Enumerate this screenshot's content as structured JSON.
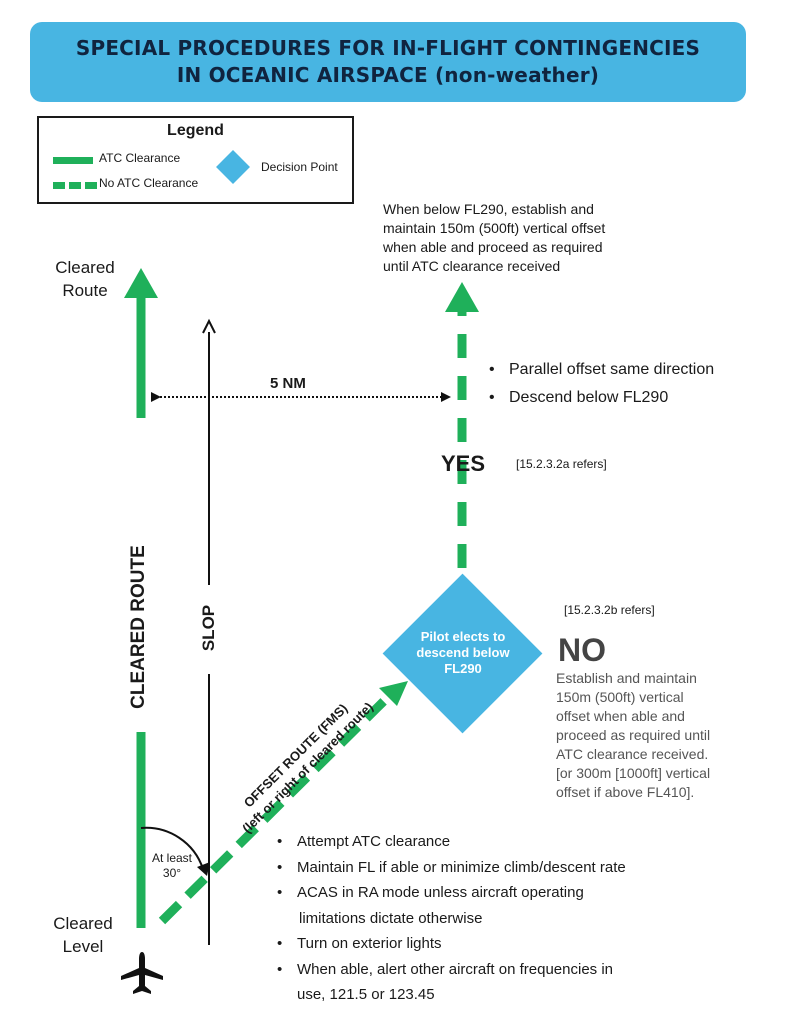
{
  "title": {
    "line1": "SPECIAL PROCEDURES FOR IN-FLIGHT CONTINGENCIES",
    "line2": "IN OCEANIC AIRSPACE (non-weather)"
  },
  "legend": {
    "title": "Legend",
    "atc_clearance": "ATC Clearance",
    "no_atc_clearance": "No ATC Clearance",
    "decision_point": "Decision Point"
  },
  "cleared_route": {
    "line1": "Cleared",
    "line2": "Route"
  },
  "cleared_level": {
    "line1": "Cleared",
    "line2": "Level"
  },
  "cleared_route_vertical": "CLEARED ROUTE",
  "slop_label": "SLOP",
  "distance_label": "5 NM",
  "angle_label": {
    "line1": "At least",
    "line2": "30°"
  },
  "offset_route": {
    "line1": "OFFSET ROUTE (FMS)",
    "line2": "(left or right of cleared route)"
  },
  "top_note": {
    "line1": "When below FL290, establish and",
    "line2": "maintain 150m (500ft) vertical offset",
    "line3": "when able and proceed as required",
    "line4": "until ATC clearance received"
  },
  "yes_bullets": [
    "Parallel offset same direction",
    "Descend below FL290"
  ],
  "yes_label": "YES",
  "yes_ref": "[15.2.3.2a refers]",
  "no_ref": "[15.2.3.2b refers]",
  "no_label": "NO",
  "decision": {
    "line1": "Pilot elects to",
    "line2": "descend below",
    "line3": "FL290"
  },
  "no_note": {
    "line1": "Establish and maintain",
    "line2": "150m (500ft) vertical",
    "line3": "offset when able and",
    "line4": "proceed as required until",
    "line5": "ATC clearance received.",
    "line6": "[or 300m [1000ft] vertical",
    "line7": "offset if above FL410]."
  },
  "actions": [
    "Attempt ATC clearance",
    "Maintain FL if able or minimize climb/descent rate",
    "ACAS in RA mode unless aircraft operating",
    "Turn on exterior lights",
    "When able, alert other aircraft on frequencies in"
  ],
  "actions_cont": {
    "acas": "limitations dictate otherwise",
    "alert": "use, 121.5 or 123.45"
  },
  "colors": {
    "route_green": "#1fb05a",
    "decision_blue": "#48b5e2",
    "title_text": "#10243f"
  },
  "icons": {
    "aircraft": "airplane-icon"
  }
}
